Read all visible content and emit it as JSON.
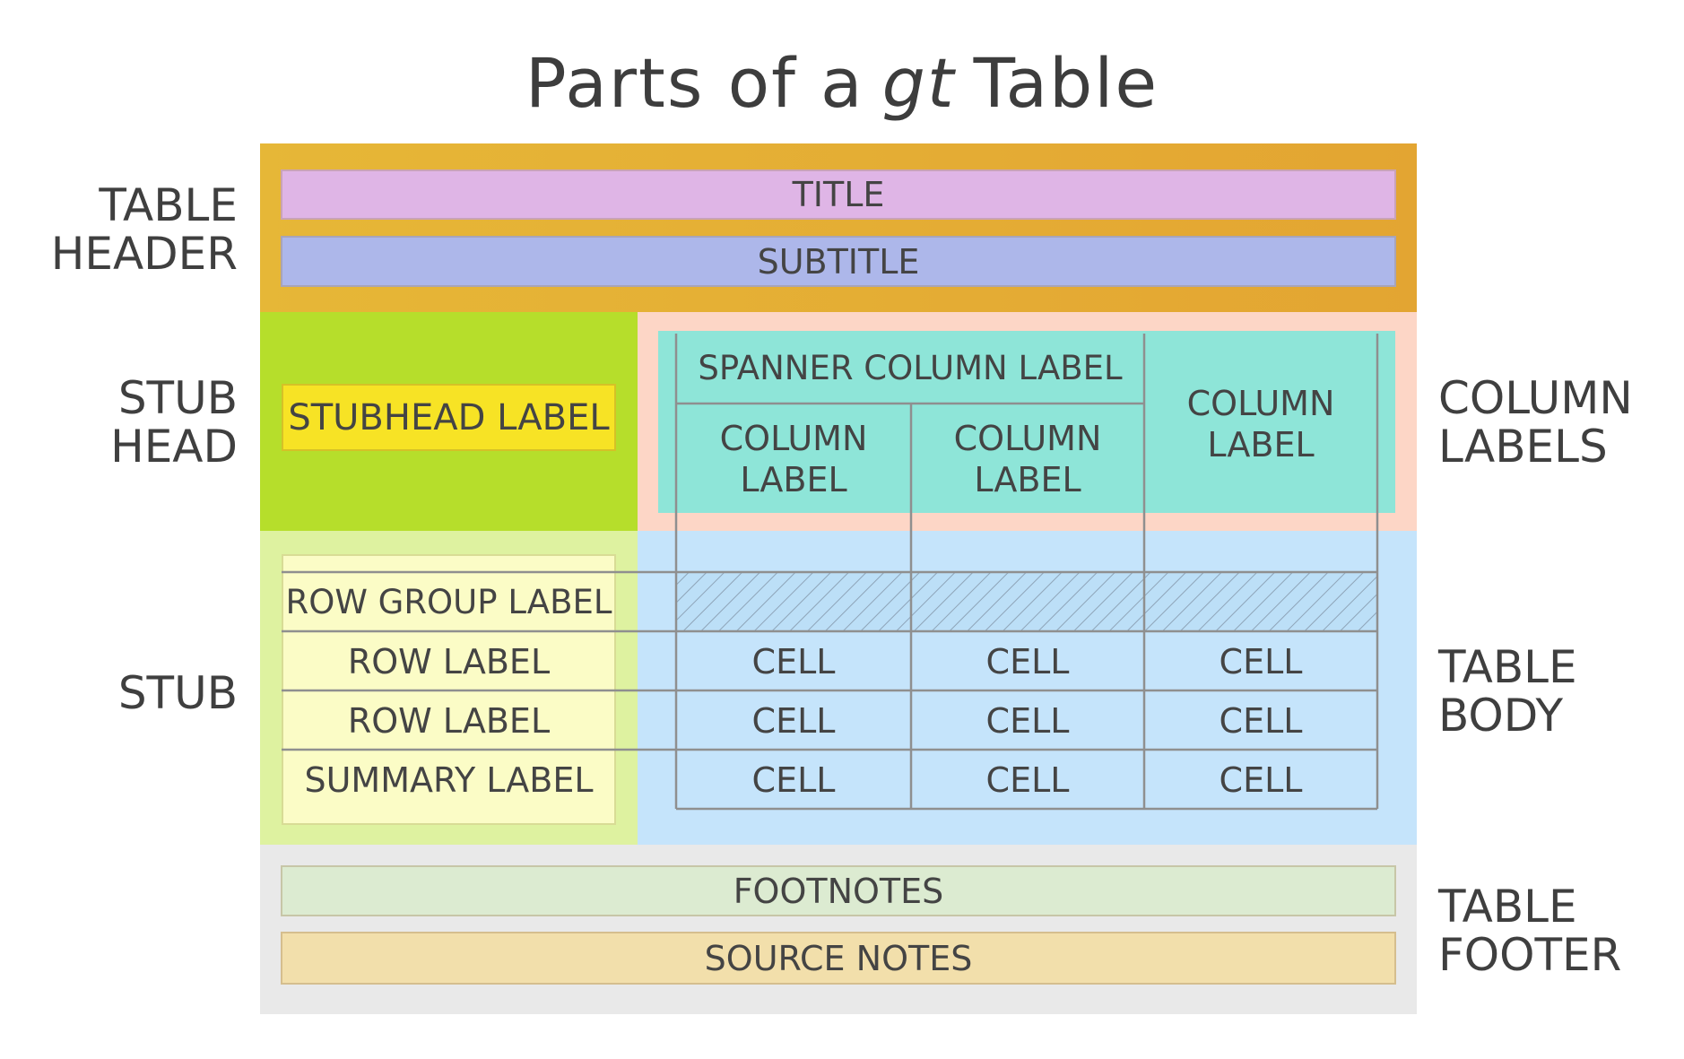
{
  "title": {
    "prefix": "Parts of a",
    "italic": "gt",
    "suffix": "Table"
  },
  "side_labels": {
    "table_header": [
      "TABLE",
      "HEADER"
    ],
    "stub_head": [
      "STUB",
      "HEAD"
    ],
    "stub": [
      "STUB"
    ],
    "column_labels": [
      "COLUMN",
      "LABELS"
    ],
    "table_body": [
      "TABLE",
      "BODY"
    ],
    "table_footer": [
      "TABLE",
      "FOOTER"
    ]
  },
  "header": {
    "title": "TITLE",
    "subtitle": "SUBTITLE"
  },
  "stubhead": {
    "label": "STUBHEAD LABEL"
  },
  "column_labels": {
    "spanner": "SPANNER COLUMN LABEL",
    "col1": [
      "COLUMN",
      "LABEL"
    ],
    "col2": [
      "COLUMN",
      "LABEL"
    ],
    "col3": [
      "COLUMN",
      "LABEL"
    ]
  },
  "stub": {
    "row_group_label": "ROW GROUP LABEL",
    "row_labels": [
      "ROW LABEL",
      "ROW LABEL"
    ],
    "summary_label": "SUMMARY LABEL"
  },
  "body": {
    "rows": [
      [
        "CELL",
        "CELL",
        "CELL"
      ],
      [
        "CELL",
        "CELL",
        "CELL"
      ],
      [
        "CELL",
        "CELL",
        "CELL"
      ]
    ]
  },
  "footer": {
    "footnotes": "FOOTNOTES",
    "source_notes": "SOURCE NOTES"
  },
  "colors": {
    "header_region": "#e4ae34",
    "title_bar": "#dfb5e6",
    "subtitle_bar": "#adb7ea",
    "stubhead_region": "#b6de2b",
    "stubhead_label": "#f7e325",
    "column_labels_region": "#fdd6c6",
    "column_labels_fill": "#8ee5d8",
    "stub_region": "#def2a0",
    "stub_fill": "#fbfcc6",
    "body_region": "#c5e4fb",
    "footer_region": "#e9e9e9",
    "footnotes_bar": "#dcebd1",
    "source_notes_bar": "#f2dfab",
    "grid_lines": "#8f8f8f"
  }
}
